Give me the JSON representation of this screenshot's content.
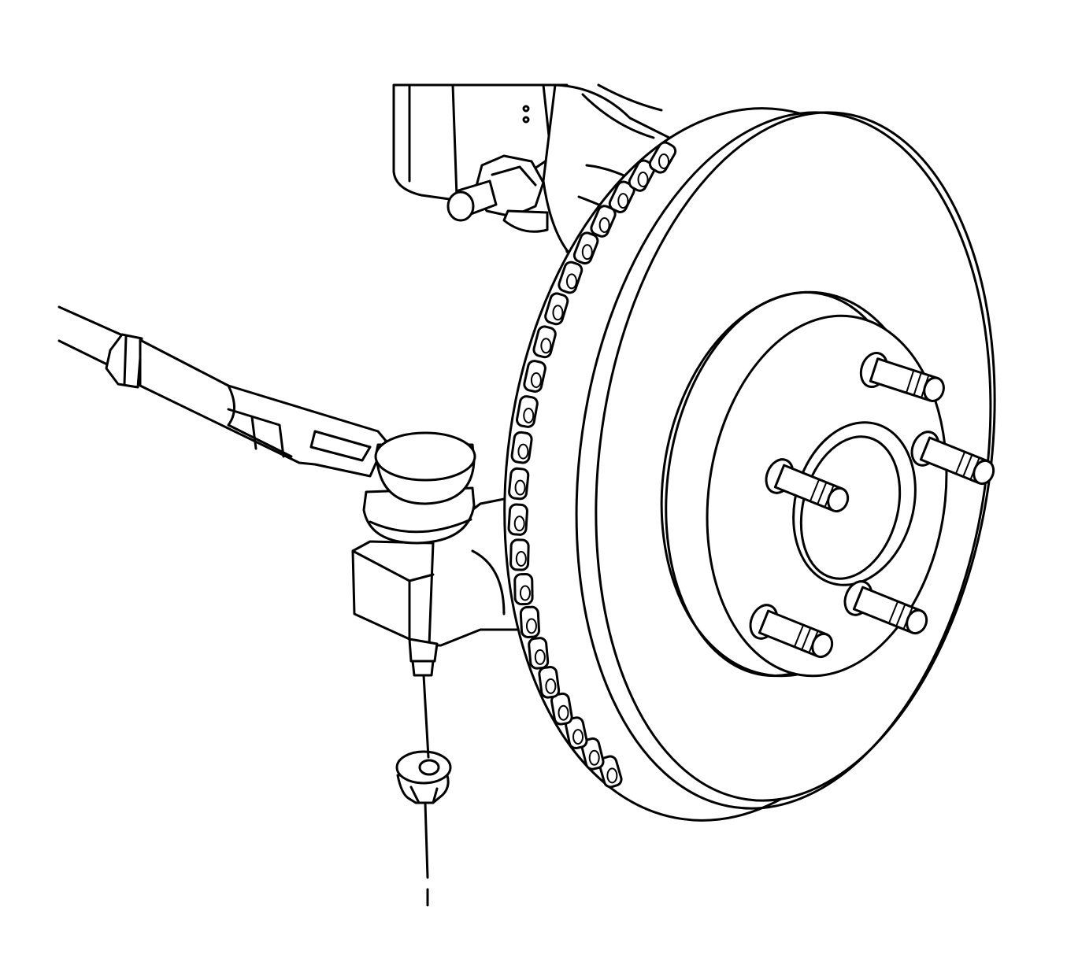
{
  "illustration": {
    "stroke_color": "#000000",
    "fill_color": "#ffffff",
    "parts": [
      "strut-assembly",
      "tie-rod",
      "outer-tie-rod-end",
      "steering-knuckle",
      "brake-rotor",
      "wheel-hub",
      "wheel-studs",
      "tie-rod-nut",
      "installation-centerline"
    ],
    "wheel_stud_count": 5
  }
}
